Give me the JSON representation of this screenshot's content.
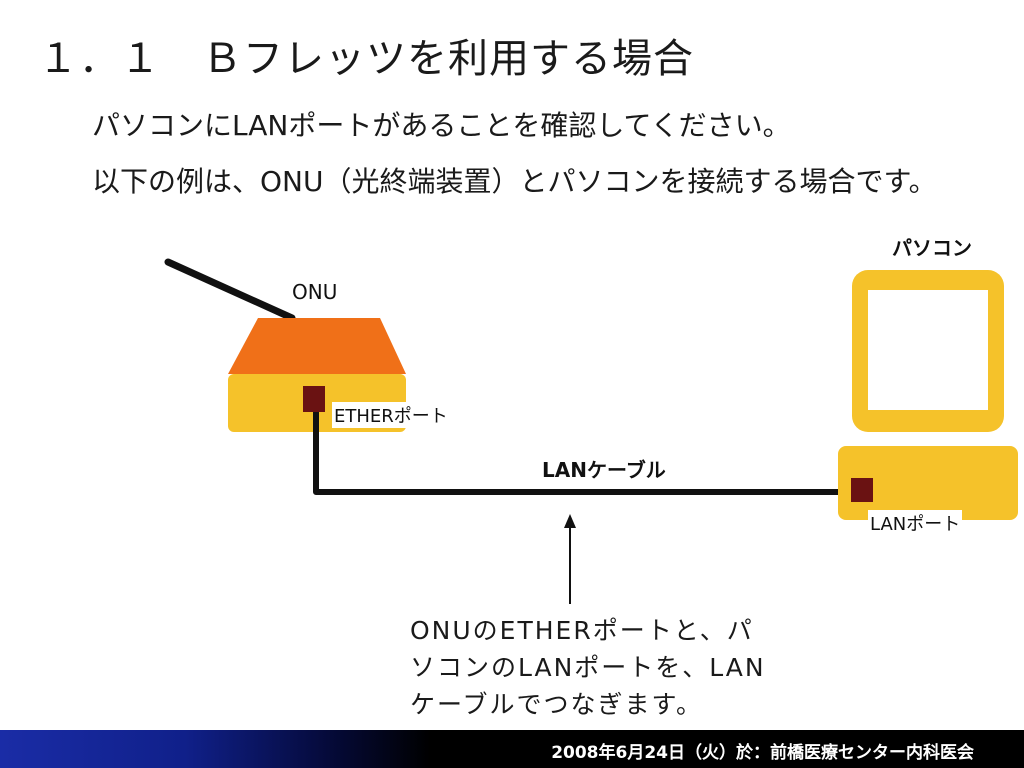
{
  "title": "１．１　Ｂフレッツを利用する場合",
  "body": {
    "line1": "パソコンにLANポートがあることを確認してください。",
    "line2": "以下の例は、ONU（光終端装置）とパソコンを接続する場合です。"
  },
  "diagram": {
    "onu_label": "ONU",
    "ether_port_label": "ETHERポート",
    "cable_label": "LANケーブル",
    "pc_label": "パソコン",
    "lan_port_label": "LANポート",
    "colors": {
      "onu_top": "#f07018",
      "body_yellow": "#f5c22a",
      "port": "#6a1212",
      "screen_border": "#f5c22a",
      "cable": "#111111"
    }
  },
  "caption": {
    "line1": "ONUのETHERポートと、パ",
    "line2": "ソコンのLANポートを、LAN",
    "line3": "ケーブルでつなぎます。"
  },
  "footer": {
    "text": "2008年6月24日（火）於：前橋医療センター内科医会"
  }
}
